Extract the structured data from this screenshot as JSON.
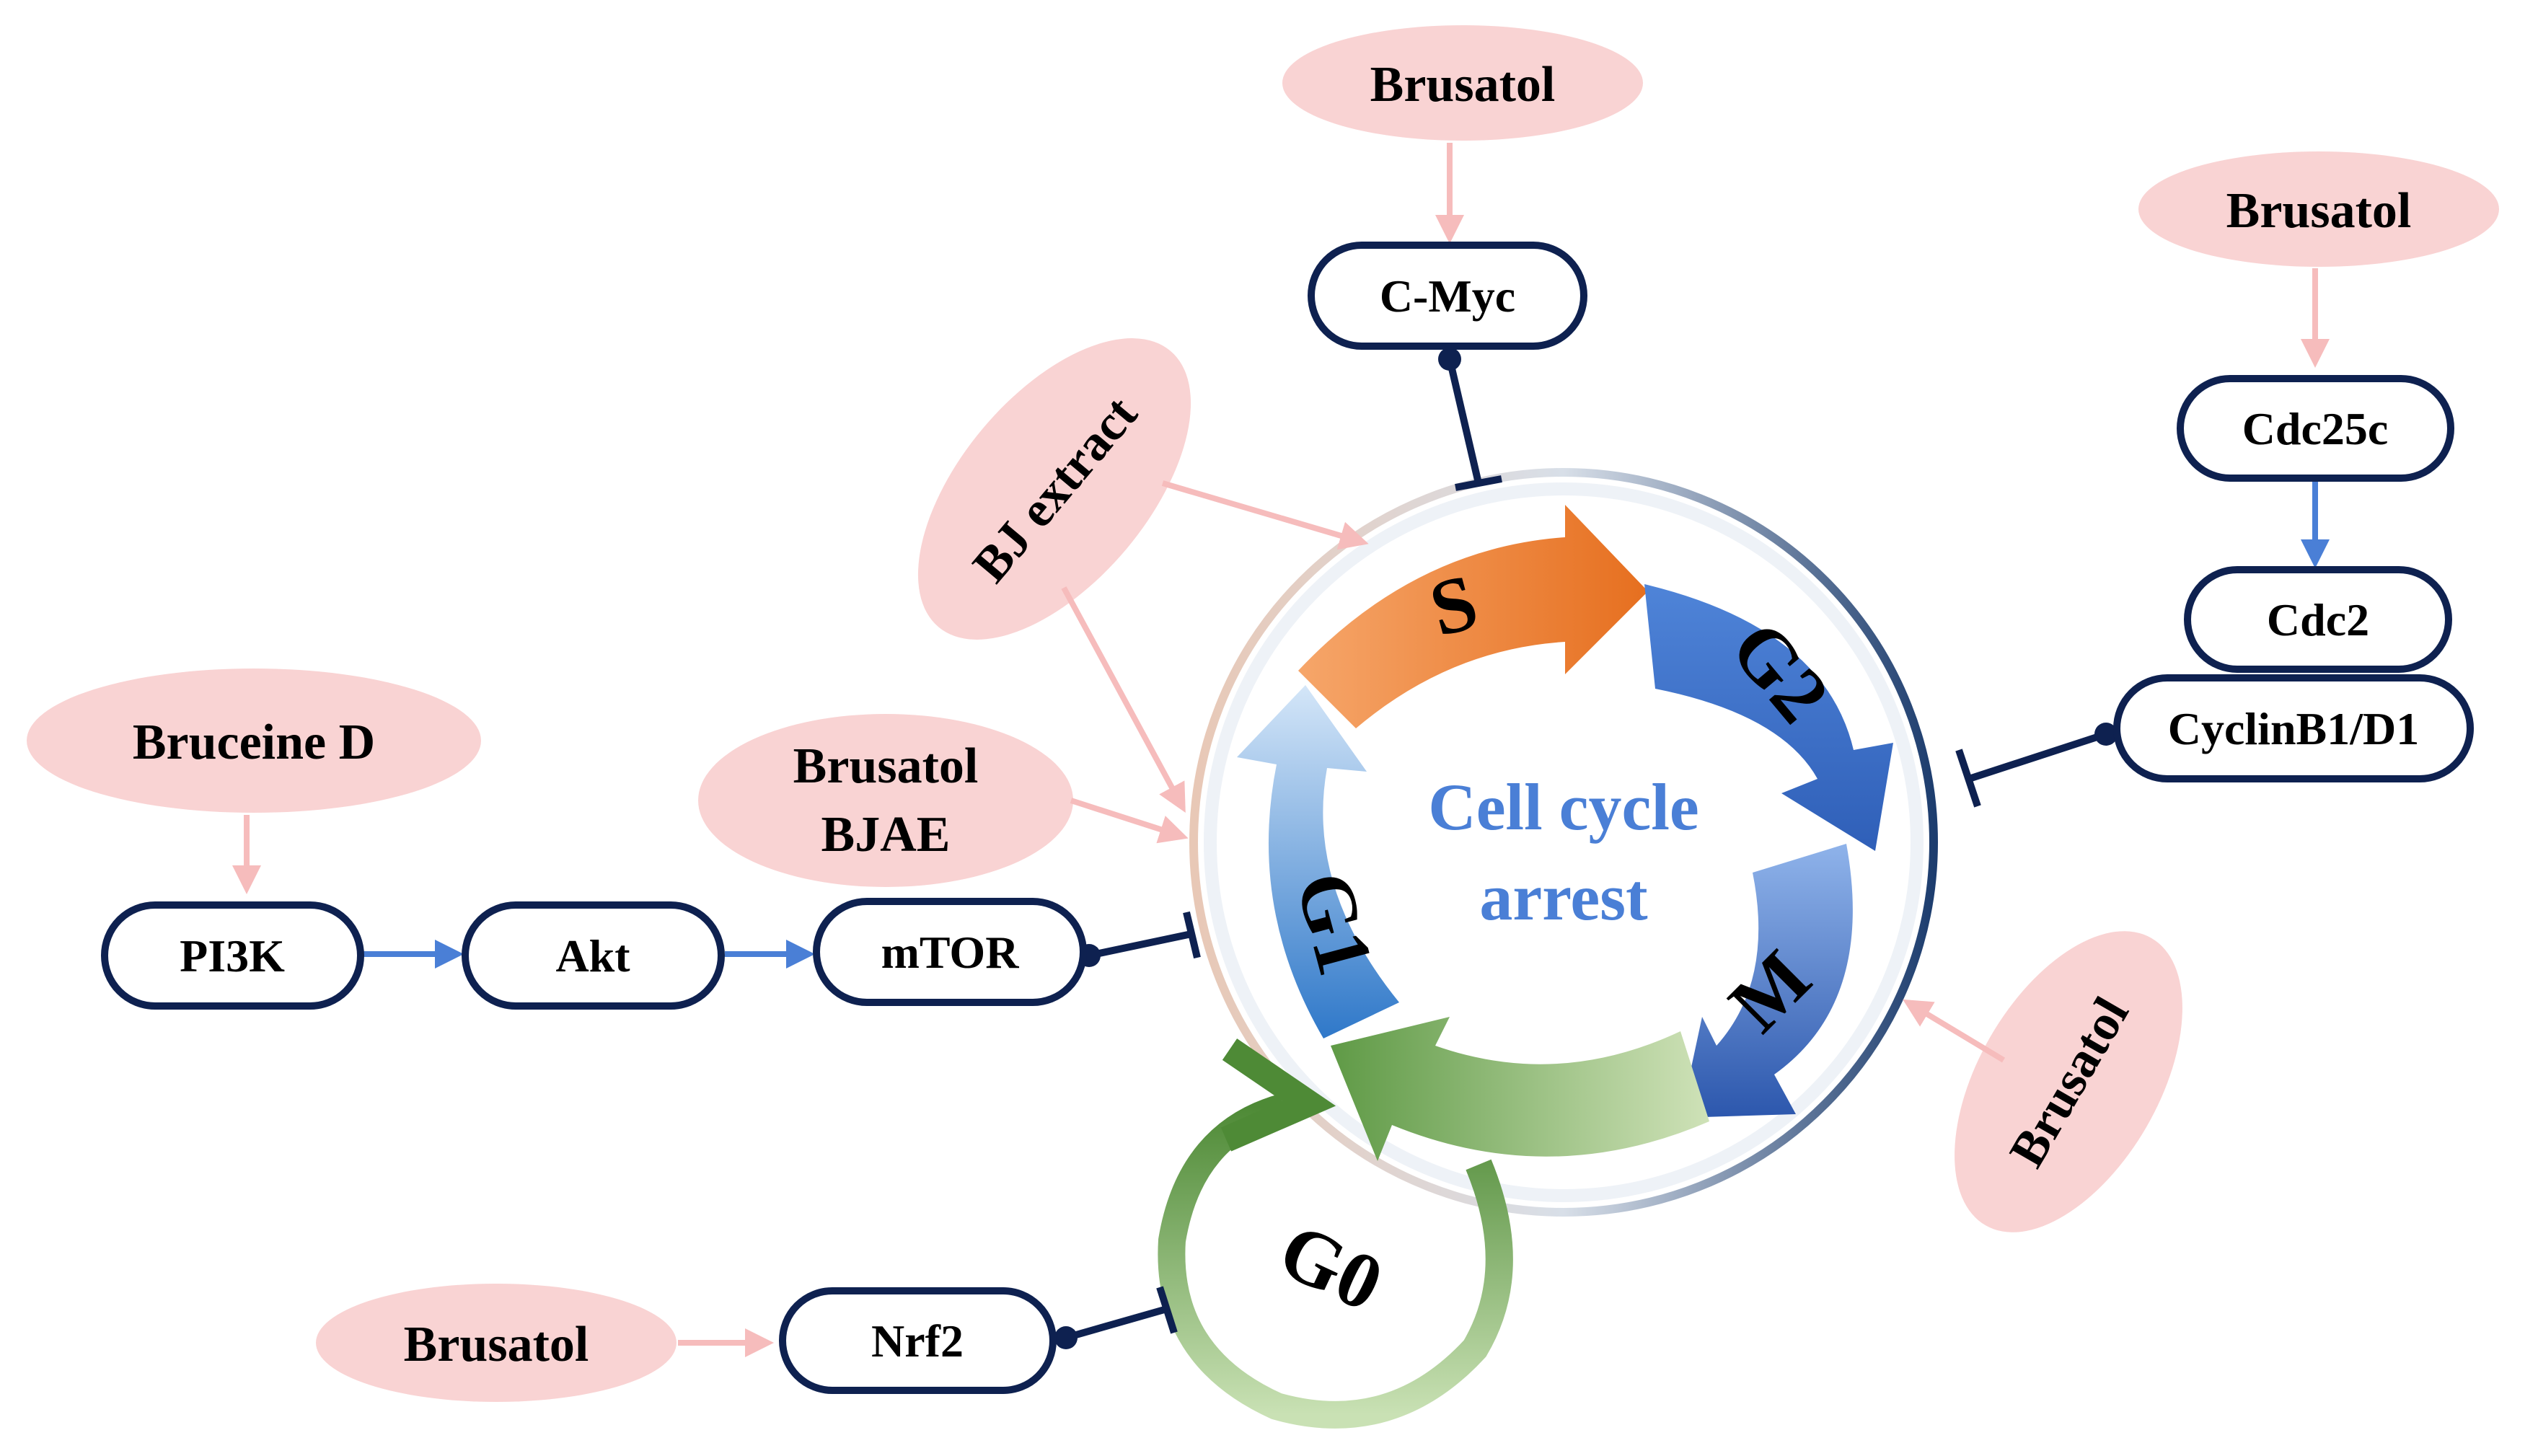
{
  "center": {
    "line1": "Cell cycle",
    "line2": "arrest"
  },
  "phases": {
    "S": "S",
    "G2": "G2",
    "M": "M",
    "G1": "G1",
    "G0": "G0"
  },
  "drugs": {
    "top": "Brusatol",
    "top_right": "Brusatol",
    "bj_extract": "BJ extract",
    "bruceine": "Bruceine D",
    "brusatol_bjae_1": "Brusatol",
    "brusatol_bjae_2": "BJAE",
    "right_lower": "Brusatol",
    "bottom": "Brusatol"
  },
  "nodes": {
    "cmyc": "C-Myc",
    "cdc25c": "Cdc25c",
    "cdc2": "Cdc2",
    "cyclin": "CyclinB1/D1",
    "pi3k": "PI3K",
    "akt": "Akt",
    "mtor": "mTOR",
    "nrf2": "Nrf2"
  },
  "colors": {
    "drug_fill": "#f9d3d3",
    "pill_stroke": "#0e2150",
    "activation_arrow": "#4a7fd6",
    "drug_arrow": "#f6bcbc",
    "phase_S": "#ee8236",
    "phase_G2": "#3f72c6",
    "phase_G1": "#5b9bd8",
    "phase_G0": "#5f9a46",
    "center_text": "#4a7fd6"
  }
}
